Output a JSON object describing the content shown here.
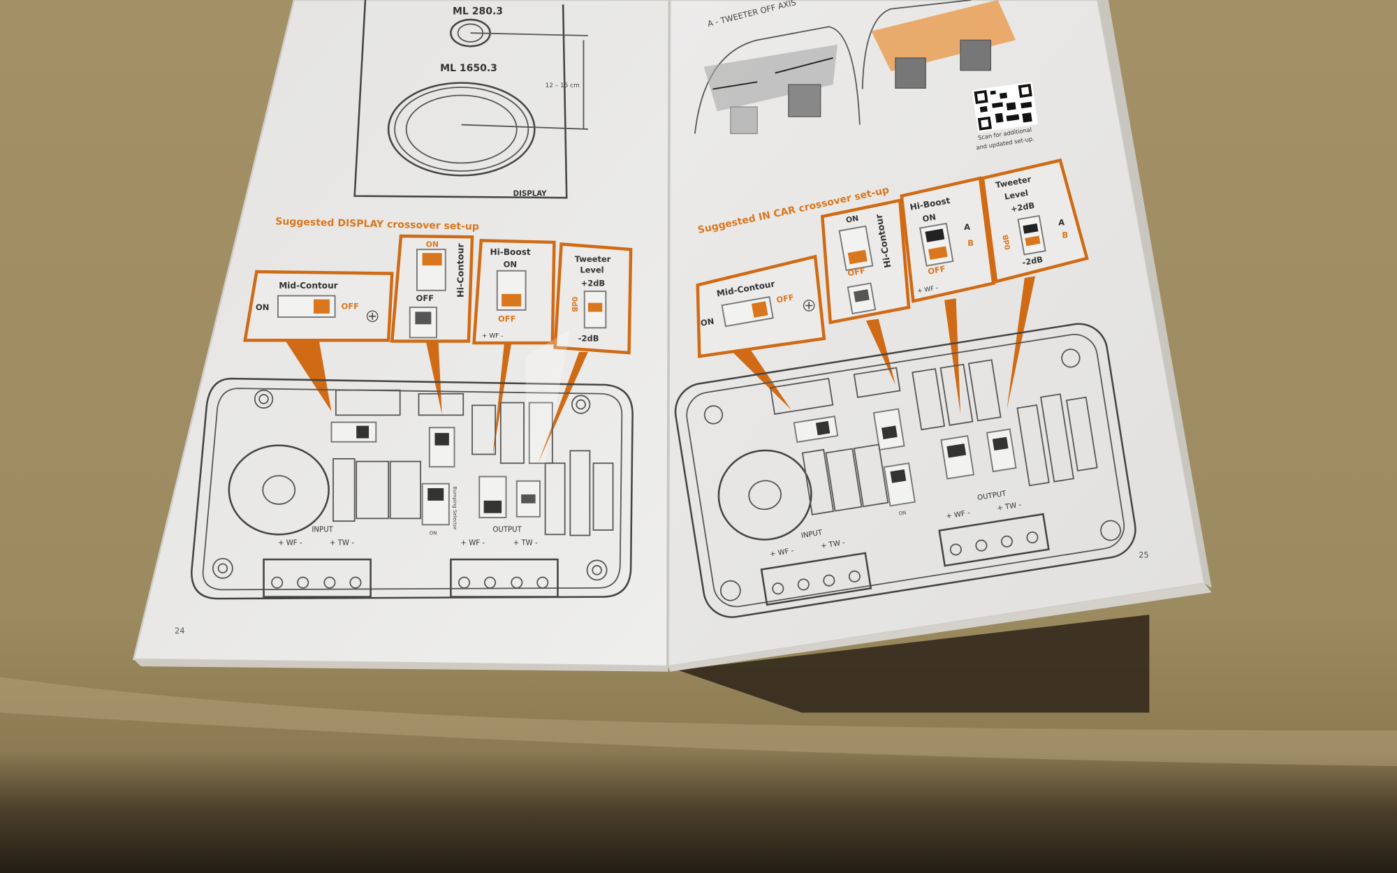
{
  "left_page": {
    "display_diagram": {
      "tweeter_model": "ML 280.3",
      "woofer_model": "ML 1650.3",
      "distance": "12 – 15 cm",
      "label": "DISPLAY"
    },
    "title": "Suggested DISPLAY crossover set-up",
    "switches": {
      "mid_contour": {
        "label": "Mid-Contour",
        "on": "ON",
        "off": "OFF",
        "state": "OFF"
      },
      "hi_contour": {
        "label": "Hi-Contour",
        "on": "ON",
        "off": "OFF",
        "state": "ON"
      },
      "hi_boost": {
        "label": "Hi-Boost",
        "on": "ON",
        "off": "OFF",
        "wf": "+ WF -",
        "state": "OFF"
      },
      "tweeter_level": {
        "label1": "Tweeter",
        "label2": "Level",
        "high": "+2dB",
        "mid": "0dB",
        "low": "-2dB",
        "state": "0dB"
      }
    },
    "board": {
      "input": "INPUT",
      "output": "OUTPUT",
      "wf": "+ WF -",
      "tw": "+ TW -",
      "bumping": "Bumping Selector",
      "on": "ON"
    },
    "page_number": "24"
  },
  "right_page": {
    "caption": "A - TWEETER OFF AXIS",
    "qr_text_1": "Scan for additional",
    "qr_text_2": "and updated set-up.",
    "title": "Suggested IN CAR crossover set-up",
    "switches": {
      "mid_contour": {
        "label": "Mid-Contour",
        "on": "ON",
        "off": "OFF",
        "state": "OFF"
      },
      "hi_contour": {
        "label": "Hi-Contour",
        "on": "ON",
        "off": "OFF",
        "state": "OFF"
      },
      "hi_boost": {
        "label": "Hi-Boost",
        "on": "ON",
        "off": "OFF",
        "a": "A",
        "b": "B",
        "wf": "+ WF -",
        "state": "OFF"
      },
      "tweeter_level": {
        "label1": "Tweeter",
        "label2": "Level",
        "high": "+2dB",
        "mid": "0dB",
        "low": "-2dB",
        "a": "A",
        "b": "B",
        "state": "0dB"
      }
    },
    "board": {
      "input": "INPUT",
      "output": "OUTPUT",
      "wf": "+ WF -",
      "tw": "+ TW -",
      "on": "ON"
    },
    "page_number": "25"
  },
  "colors": {
    "accent": "#d9771e",
    "counter": "#a8956a",
    "paper": "#ecebea"
  }
}
